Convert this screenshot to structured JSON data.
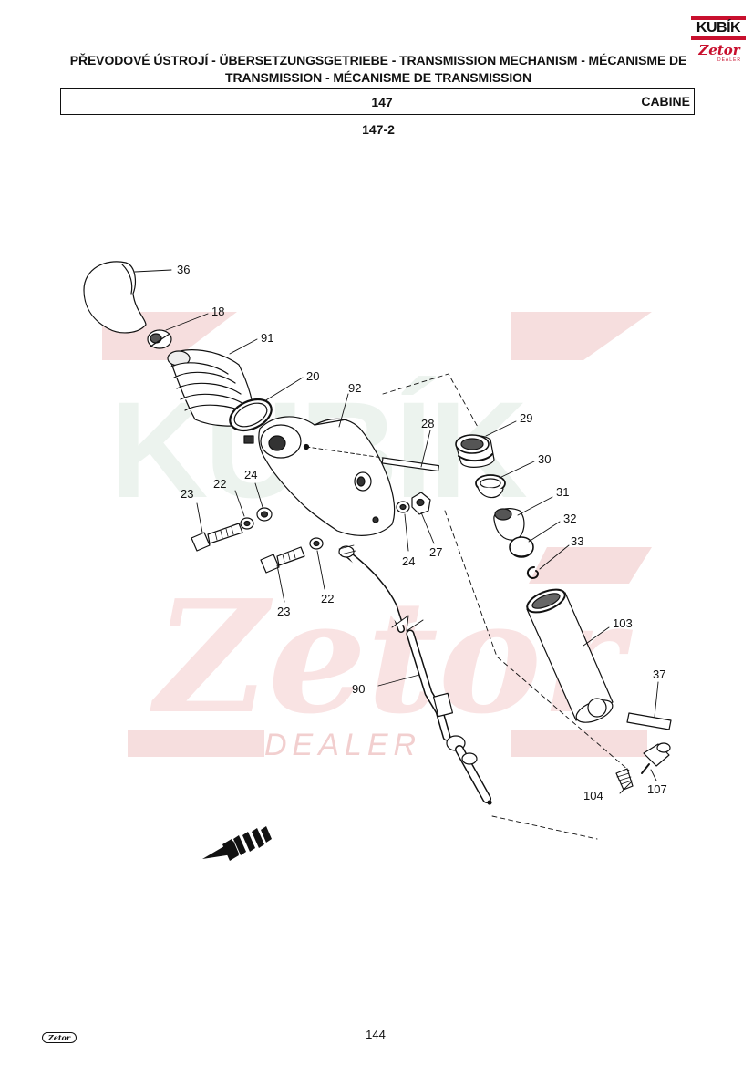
{
  "header": {
    "title_line1": "PŘEVODOVÉ ÚSTROJÍ - ÜBERSETZUNGSGETRIEBE - TRANSMISSION MECHANISM - MÉCANISME DE",
    "title_line2": "TRANSMISSION - MÉCANISME DE TRANSMISSION",
    "section_number": "147",
    "group_label": "CABINE",
    "subsection": "147-2"
  },
  "logo": {
    "brand": "KUBÍK",
    "zetor": "Zetor",
    "dealer": "DEALER",
    "accent_color": "#c8102e"
  },
  "watermark": {
    "brand": "KUBÍK",
    "zetor": "Zetor",
    "dealer": "DEALER"
  },
  "callouts": {
    "p36": "36",
    "p18": "18",
    "p91": "91",
    "p20": "20",
    "p92": "92",
    "p28": "28",
    "p29": "29",
    "p30": "30",
    "p31": "31",
    "p32": "32",
    "p33": "33",
    "p23a": "23",
    "p22a": "22",
    "p24a": "24",
    "p24b": "24",
    "p27": "27",
    "p23b": "23",
    "p22b": "22",
    "p103": "103",
    "p37": "37",
    "p90": "90",
    "p104": "104",
    "p107": "107"
  },
  "footer": {
    "page_number": "144",
    "brand": "Zetor"
  }
}
